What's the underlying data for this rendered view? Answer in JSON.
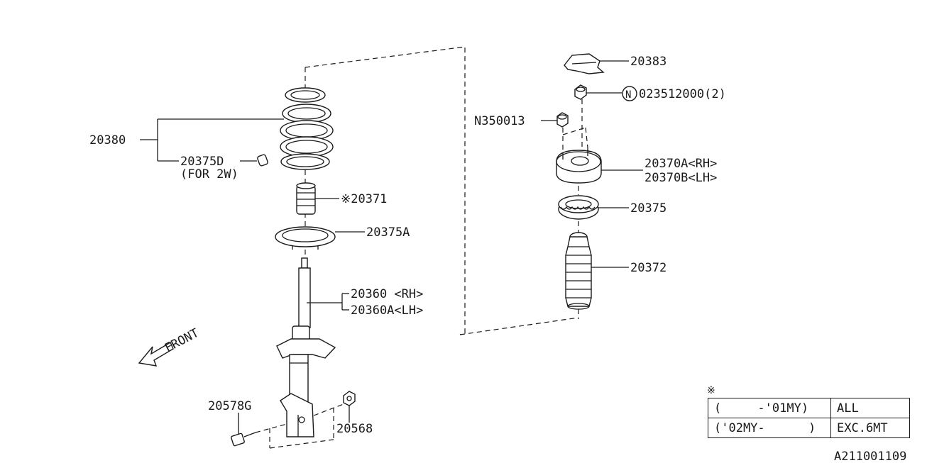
{
  "parts": {
    "p20380": "20380",
    "p20375D": "20375D",
    "p20375D_note": "(FOR 2W)",
    "p20371": "※20371",
    "p20375A": "20375A",
    "p20360_rh": "20360 <RH>",
    "p20360A_lh": "20360A<LH>",
    "p20578G": "20578G",
    "p20568": "20568",
    "p20383": "20383",
    "p023512000": "023512000(2)",
    "p023512000_mark": "N",
    "p350013": "N350013",
    "p20370A_rh": "20370A<RH>",
    "p20370B_lh": "20370B<LH>",
    "p20375": "20375",
    "p20372": "20372"
  },
  "front_label": "FRONT",
  "note_table": {
    "mark": "※",
    "rows": [
      {
        "period": "(     -'01MY)",
        "applies": "ALL"
      },
      {
        "period": "('02MY-      )",
        "applies": "EXC.6MT"
      }
    ]
  },
  "diagram_id": "A211001109"
}
